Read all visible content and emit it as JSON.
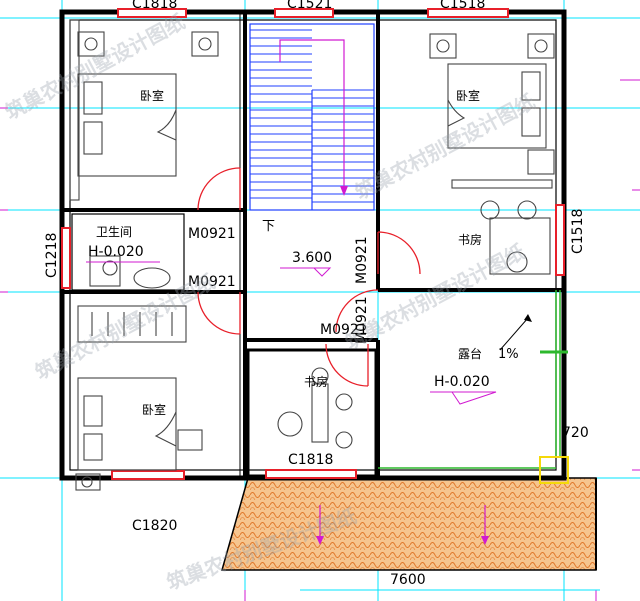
{
  "windows": {
    "top_left": "C1818",
    "top_center": "C1521",
    "top_right": "C1518",
    "right_side": "C1518",
    "left_side": "C1218",
    "bottom_left": "C1820",
    "study_window": "C1818"
  },
  "doors": {
    "bath_top": "M0921",
    "bath_bottom": "M0921",
    "right_vertical_upper": "M0921",
    "right_vertical_lower": "M0921",
    "study_door": "M0921"
  },
  "rooms": {
    "bedroom_label": "卧室",
    "bathroom_label": "卫生间",
    "study_label": "书房",
    "terrace_label": "露台"
  },
  "levels": {
    "bathroom": "H-0.020",
    "stair_hall": "3.600",
    "terrace": "H-0.020"
  },
  "stair_down": "下",
  "terrace_slope": "1%",
  "dimensions": {
    "overall_width": "7600",
    "detail_width": "720"
  },
  "watermark": "筑巢农村别墅设计图纸",
  "colors": {
    "wall": "#000000",
    "axis": "#00e5ff",
    "window": "#e8202a",
    "dimension": "#d11ad1",
    "stair": "#1f3fff",
    "roof_tile": "#f2a25a",
    "rail": "#2db82d"
  }
}
